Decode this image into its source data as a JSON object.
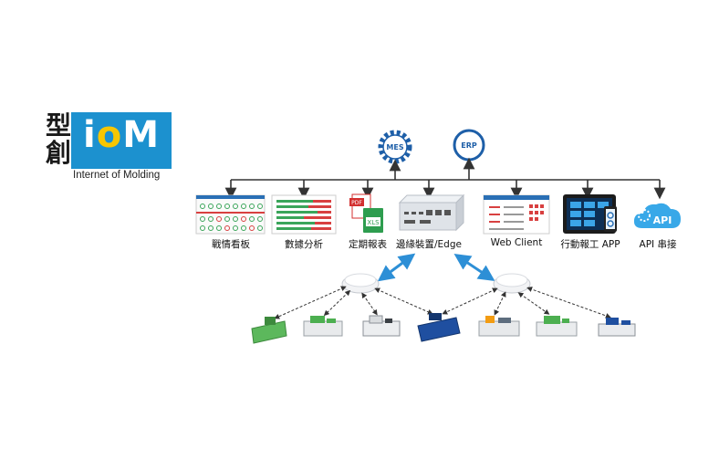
{
  "logo": {
    "han_top": "型",
    "han_bottom": "創",
    "wordmark_i": "i",
    "wordmark_o": "o",
    "wordmark_m": "M",
    "tagline": "Internet of Molding"
  },
  "systems": {
    "mes": "MES",
    "erp": "ERP"
  },
  "nodes": [
    {
      "id": "dashboard",
      "label": "戰情看板"
    },
    {
      "id": "analysis",
      "label": "數據分析"
    },
    {
      "id": "report",
      "label": "定期報表",
      "badge_pdf": "PDF",
      "badge_xls": "XLS"
    },
    {
      "id": "edge",
      "label": "邊緣裝置/Edge"
    },
    {
      "id": "webclient",
      "label": "Web Client"
    },
    {
      "id": "app",
      "label": "行動報工 APP"
    },
    {
      "id": "api",
      "label": "API 串接",
      "badge_api": "API"
    }
  ],
  "colors": {
    "brand_blue": "#1c91cf",
    "brand_yellow": "#f7c600",
    "link_blue": "#2d8fd6",
    "machine_green": "#4caf50",
    "machine_blue": "#1f4fa0"
  }
}
